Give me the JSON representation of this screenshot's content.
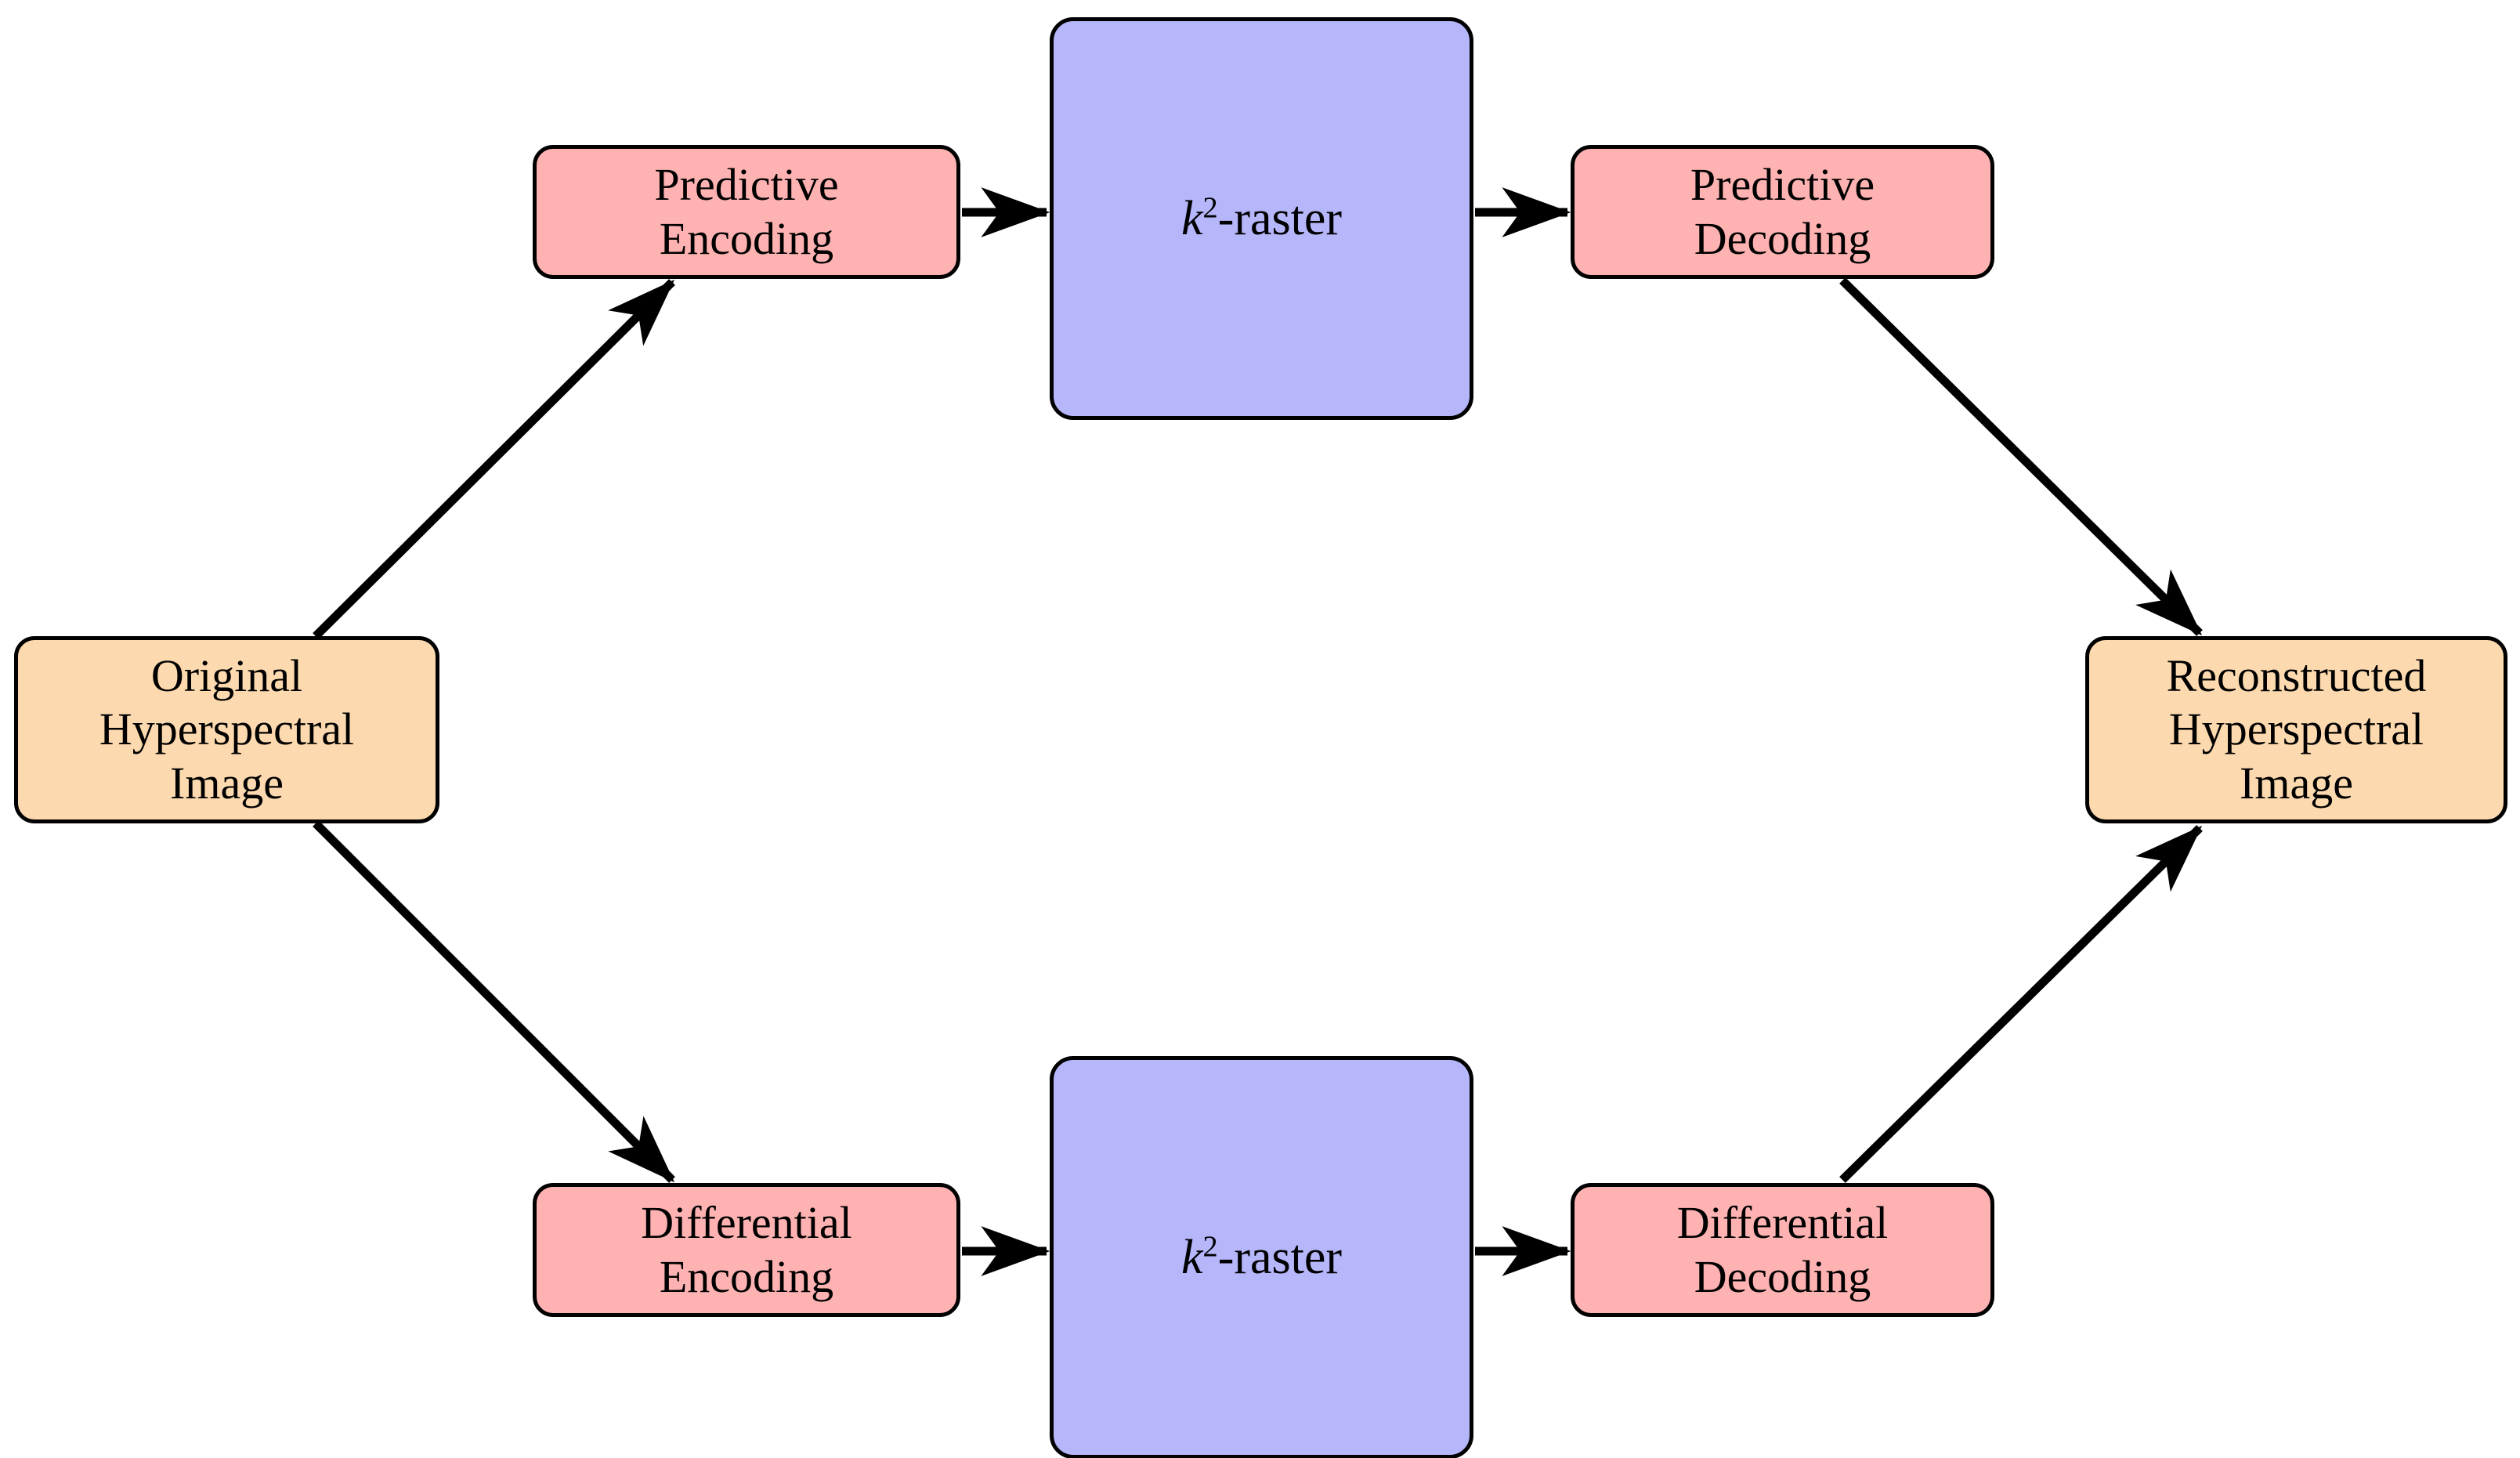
{
  "diagram": {
    "title": "k2-raster hyperspectral image compression pipeline",
    "background_color": "#ffffff",
    "palette": {
      "io_fill": "#fcd9ae",
      "process_fill": "#ffb2b2",
      "store_fill": "#b6b6fb",
      "stroke": "#000000",
      "text": "#000000"
    },
    "nodes": {
      "original": {
        "label": "Original\nHyperspectral\nImage",
        "kind": "io"
      },
      "predictive_encoding": {
        "label": "Predictive\nEncoding",
        "kind": "process"
      },
      "k2raster_top": {
        "label_base": "k",
        "label_exponent": "2",
        "label_suffix": "-raster",
        "kind": "store"
      },
      "predictive_decoding": {
        "label": "Predictive\nDecoding",
        "kind": "process"
      },
      "reconstructed": {
        "label": "Reconstructed\nHyperspectral\nImage",
        "kind": "io"
      },
      "differential_encoding": {
        "label": "Differential\nEncoding",
        "kind": "process"
      },
      "k2raster_bottom": {
        "label_base": "k",
        "label_exponent": "2",
        "label_suffix": "-raster",
        "kind": "store"
      },
      "differential_decoding": {
        "label": "Differential\nDecoding",
        "kind": "process"
      }
    },
    "edges": [
      {
        "id": "original-to-predictive-encoding",
        "from": "original",
        "to": "predictive_encoding",
        "style": "diagonal-up-right"
      },
      {
        "id": "predictive-encoding-to-k2raster-top",
        "from": "predictive_encoding",
        "to": "k2raster_top",
        "style": "horizontal-right"
      },
      {
        "id": "k2raster-top-to-predictive-decoding",
        "from": "k2raster_top",
        "to": "predictive_decoding",
        "style": "horizontal-right"
      },
      {
        "id": "predictive-decoding-to-reconstructed",
        "from": "predictive_decoding",
        "to": "reconstructed",
        "style": "diagonal-down-right"
      },
      {
        "id": "original-to-differential-encoding",
        "from": "original",
        "to": "differential_encoding",
        "style": "diagonal-down-right"
      },
      {
        "id": "differential-encoding-to-k2raster-bottom",
        "from": "differential_encoding",
        "to": "k2raster_bottom",
        "style": "horizontal-right"
      },
      {
        "id": "k2raster-bottom-to-differential-decoding",
        "from": "k2raster_bottom",
        "to": "differential_decoding",
        "style": "horizontal-right"
      },
      {
        "id": "differential-decoding-to-reconstructed",
        "from": "differential_decoding",
        "to": "reconstructed",
        "style": "diagonal-up-right"
      }
    ]
  }
}
